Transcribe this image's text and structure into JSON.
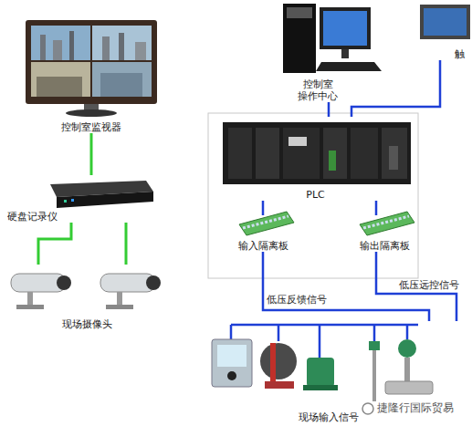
{
  "diagram": {
    "nodes": [
      {
        "text": [
          "控制室监视器"
        ]
      },
      {
        "text": [
          "硬盘记录仪"
        ]
      },
      {
        "text": [
          "现场摄像头"
        ]
      },
      {
        "text": [
          "控制室 操作中心"
        ]
      },
      {
        "text": [
          "触"
        ]
      },
      {
        "text": [
          "PLC"
        ]
      },
      {
        "text": [
          "输入隔离板"
        ]
      },
      {
        "text": [
          "输出隔离板"
        ]
      },
      {
        "text": [
          "现场输入信号"
        ]
      }
    ],
    "edges": [
      {
        "from": 0,
        "to": 1,
        "arrow": "none"
      },
      {
        "from": 1,
        "to": 2,
        "arrow": "none"
      },
      {
        "from": 3,
        "to": 5,
        "arrow": "none"
      },
      {
        "from": 4,
        "to": 5,
        "arrow": "none"
      },
      {
        "from": 5,
        "to": 6,
        "arrow": "none"
      },
      {
        "from": 5,
        "to": 7,
        "arrow": "none"
      },
      {
        "from": 6,
        "to": 8,
        "label": "低压反馈信号",
        "arrow": "none"
      },
      {
        "from": 7,
        "to": 8,
        "label": "低压远控信号",
        "arrow": "none"
      }
    ],
    "labels": [
      "捷隆行国际贸易"
    ]
  }
}
